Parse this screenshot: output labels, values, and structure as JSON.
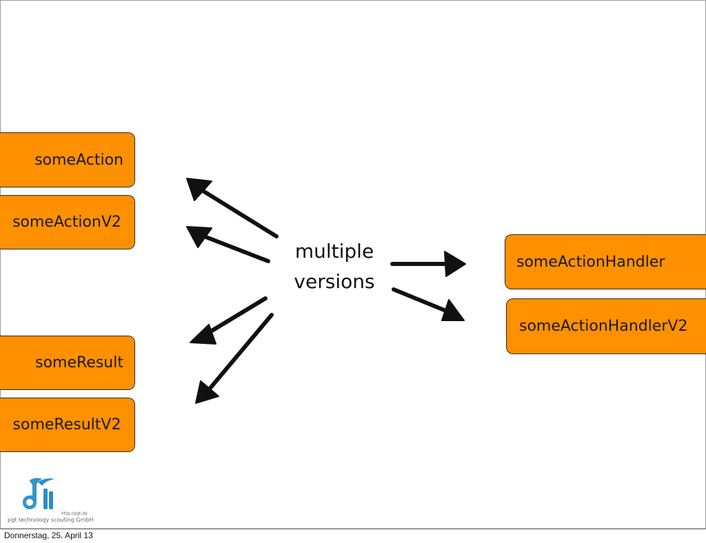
{
  "diagram": {
    "center_label_line1": "multiple",
    "center_label_line2": "versions",
    "left_boxes": [
      "someAction",
      "someActionV2",
      "someResult",
      "someResultV2"
    ],
    "right_boxes": [
      "someActionHandler",
      "someActionHandlerV2"
    ],
    "box_color": "#ff9000"
  },
  "logo": {
    "company": "pgt technology scouting GmbH",
    "url": "http://pgt.de"
  },
  "footer": {
    "date": "Donnerstag, 25. April 13"
  }
}
